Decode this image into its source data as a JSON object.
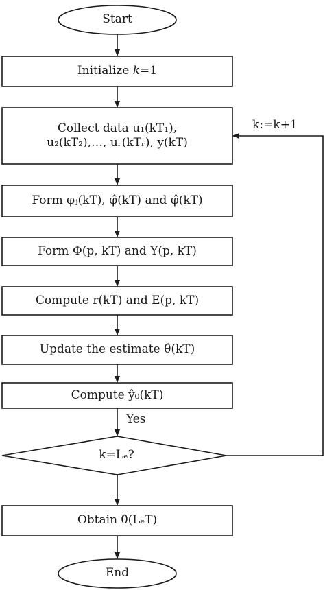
{
  "nodes": {
    "start": "Start",
    "initialize": {
      "text": "Initialize ",
      "var": "k",
      "rest": "=1"
    },
    "collect": {
      "line1": "Collect data u₁(kT₁),",
      "line2": "u₂(kT₂),…, uᵣ(kTᵣ), y(kT)"
    },
    "form1": "Form φⱼ(kT), φ̂(kT) and φ̂(kT)",
    "form2": "Form Φ(p, kT) and Y(p, kT)",
    "compute1": "Compute r(kT) and E(p, kT)",
    "update": "Update the estimate θ̂(kT)",
    "compute2": "Compute ŷ₀(kT)",
    "decision": "k=Lₑ?",
    "obtain": "Obtain θ̂(LₑT)",
    "end": "End"
  },
  "edges": {
    "yes_label": "Yes",
    "loop_label": "k:=k+1"
  }
}
